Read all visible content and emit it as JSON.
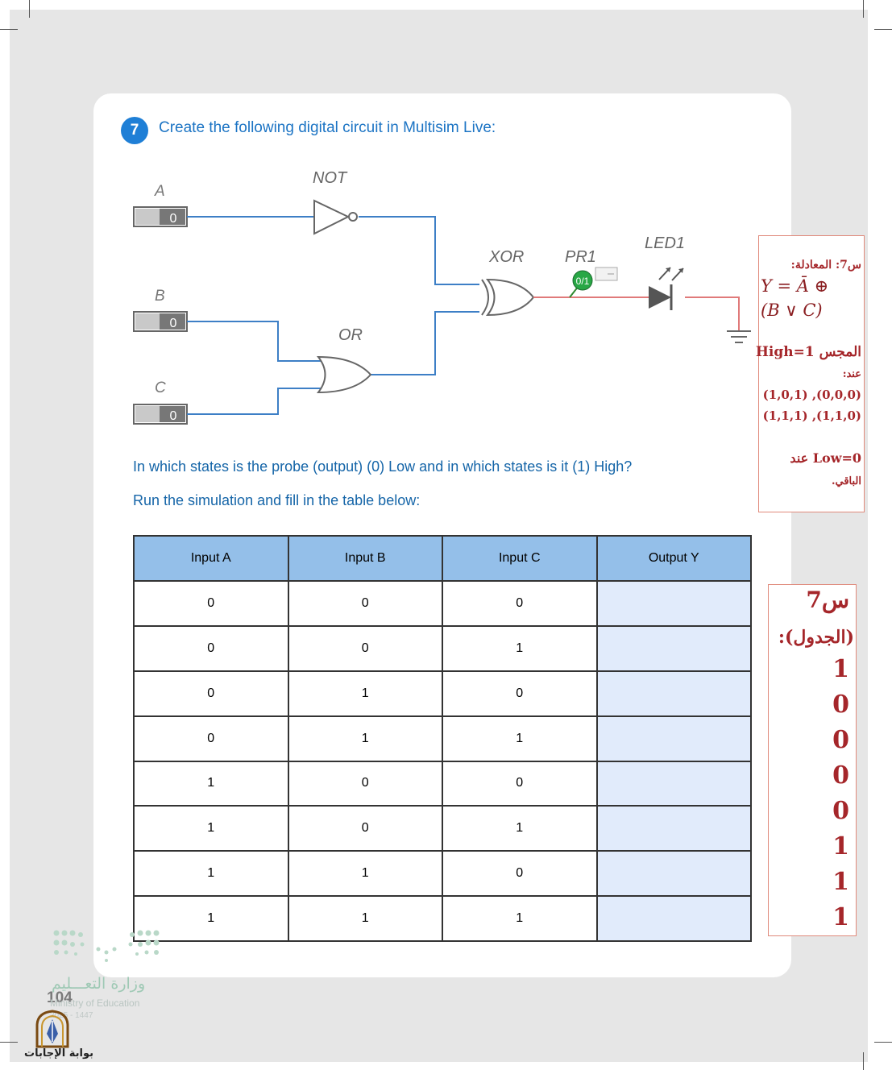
{
  "question": {
    "number": "7",
    "title": "Create the following digital circuit in Multisim Live:"
  },
  "circuit": {
    "inputs": [
      {
        "name": "A",
        "value": "0"
      },
      {
        "name": "B",
        "value": "0"
      },
      {
        "name": "C",
        "value": "0"
      }
    ],
    "gates": {
      "not": "NOT",
      "or": "OR",
      "xor": "XOR"
    },
    "probe": {
      "label": "PR1",
      "value": "0/1"
    },
    "led": {
      "label": "LED1"
    }
  },
  "prompt1": "In which states is the probe (output)  (0) Low and in which states is it (1) High?",
  "prompt2": "Run the simulation and fill in the table below:",
  "table": {
    "headers": [
      "Input A",
      "Input B",
      "Input C",
      "Output Y"
    ],
    "rows": [
      [
        "0",
        "0",
        "0",
        ""
      ],
      [
        "0",
        "0",
        "1",
        ""
      ],
      [
        "0",
        "1",
        "0",
        ""
      ],
      [
        "0",
        "1",
        "1",
        ""
      ],
      [
        "1",
        "0",
        "0",
        ""
      ],
      [
        "1",
        "0",
        "1",
        ""
      ],
      [
        "1",
        "1",
        "0",
        ""
      ],
      [
        "1",
        "1",
        "1",
        ""
      ]
    ]
  },
  "note_equation": {
    "heading": "س7: المعادلة:",
    "formula_line1": "Y = Ā ⊕",
    "formula_line2": "(B ∨ C)",
    "high_label": "المجس High=1",
    "at_label": "عند:",
    "states_line1": "(1,0,1) ,(0,0,0)",
    "states_line2": "(1,1,1) ,(1,1,0)",
    "low_label": "Low=0 عند",
    "rest_label": "الباقي."
  },
  "note_table": {
    "heading": "س7",
    "subheading": "(الجدول):",
    "values": [
      "1",
      "0",
      "0",
      "0",
      "0",
      "1",
      "1",
      "1"
    ]
  },
  "footer": {
    "page_number": "104",
    "ministry_ar": "وزارة التعـــليم",
    "ministry_en": "Ministry of Education",
    "year": "2025 - 1447",
    "site_name": "بوابة الإجابات"
  },
  "colors": {
    "accent_blue": "#1c74c4",
    "table_header": "#94bfe9",
    "output_cell": "#e1ebfb",
    "note_red": "#a5262a"
  }
}
